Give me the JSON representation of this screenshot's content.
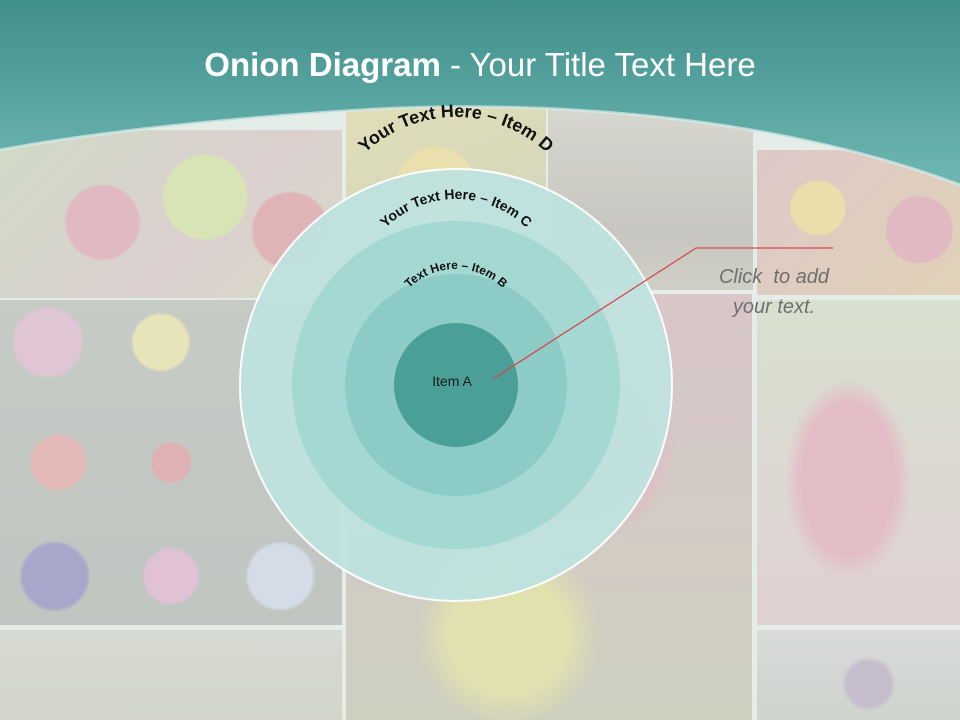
{
  "title": {
    "bold": "Onion Diagram",
    "rest": " - Your Title Text Here"
  },
  "onion": {
    "item_a": "Item A",
    "item_b": "Text Here – Item B",
    "item_c": "Your Text Here – Item C",
    "item_d": "Your Text Here – Item D"
  },
  "callout": {
    "line1": "Click  to add",
    "line2": "your text."
  },
  "colors": {
    "header": "#4f9e9a",
    "ring_d": "#bfe3e0",
    "ring_c": "#a3d8d3",
    "ring_b": "#8dccc6",
    "core": "#4a9f97",
    "connector": "#d9474e"
  }
}
